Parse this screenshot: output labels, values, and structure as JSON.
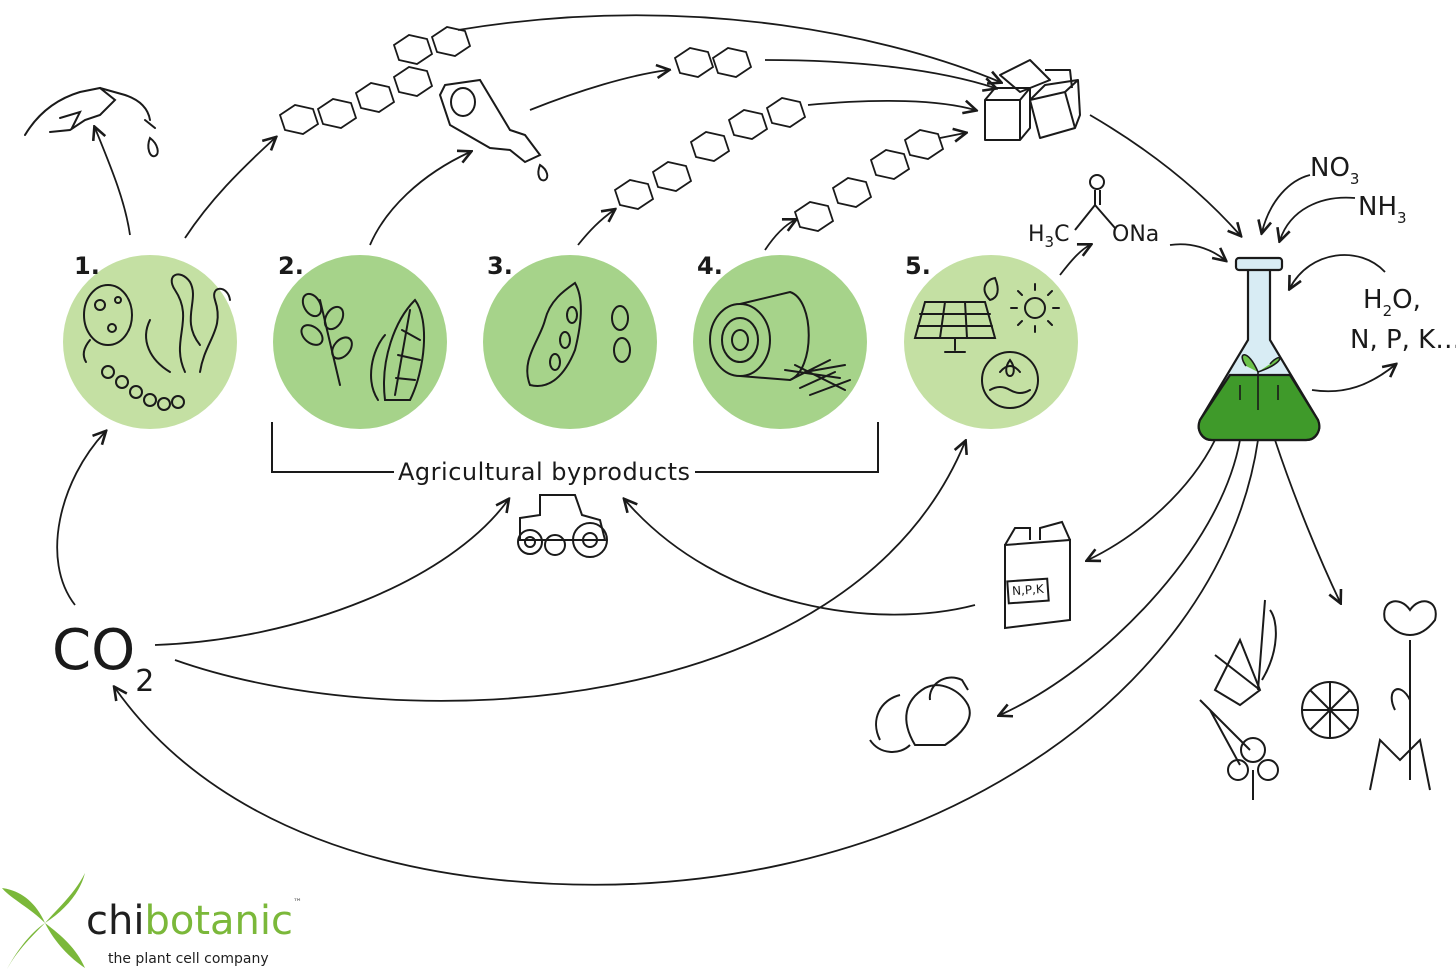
{
  "steps": [
    {
      "number": "1.",
      "icon": "microalgae-seaweed-icon"
    },
    {
      "number": "2.",
      "icon": "plants-corn-icon"
    },
    {
      "number": "3.",
      "icon": "soy-bean-pod-icon"
    },
    {
      "number": "4.",
      "icon": "hay-bale-straw-icon"
    },
    {
      "number": "5.",
      "icon": "solar-water-cycle-icon"
    }
  ],
  "group_label": "Agricultural byproducts",
  "co2": {
    "main": "CO",
    "sub": "2"
  },
  "inputs": {
    "nitrate": {
      "main": "NO",
      "sub": "3"
    },
    "ammonia": {
      "main": "NH",
      "sub": "3"
    },
    "acetate_left": {
      "main": "H",
      "sub": "3",
      "tail": "C"
    },
    "acetate_right": "ONa",
    "water": {
      "main": "H",
      "sub": "2",
      "tail": "O,"
    },
    "nutrients": "N, P, K…"
  },
  "fertilizer_label": "N,P,K",
  "brand": {
    "name_dark": "chi",
    "name_green": "botanic",
    "tm": "™",
    "tagline": "the plant cell company"
  },
  "colors": {
    "light_green": "#c4e0a3",
    "mid_green": "#a6d38a",
    "flask_green": "#3f9a2a",
    "flask_glass": "#d8ecf4",
    "brand_green": "#7bb83a",
    "line": "#1a1a1a"
  }
}
